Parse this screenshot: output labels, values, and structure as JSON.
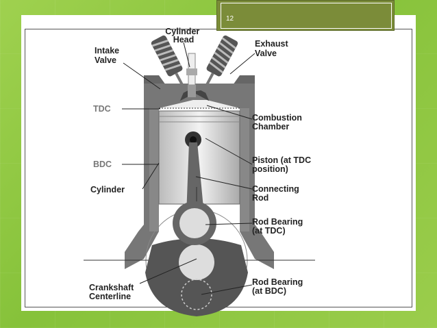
{
  "slide": {
    "number": "12"
  },
  "labels": {
    "cylinder_head": [
      "Cylinder",
      "Head"
    ],
    "intake_valve": [
      "Intake",
      "Valve"
    ],
    "exhaust_valve": [
      "Exhaust",
      "Valve"
    ],
    "tdc": "TDC",
    "combustion_chamber": [
      "Combustion",
      "Chamber"
    ],
    "bdc": "BDC",
    "piston": [
      "Piston (at TDC",
      "position)"
    ],
    "cylinder": "Cylinder",
    "connecting_rod": [
      "Connecting",
      "Rod"
    ],
    "rod_bearing_tdc": [
      "Rod Bearing",
      "(at TDC)"
    ],
    "crankshaft_centerline": [
      "Crankshaft",
      "Centerline"
    ],
    "rod_bearing_bdc": [
      "Rod Bearing",
      "(at BDC)"
    ]
  },
  "colors": {
    "background": "#8dc63f",
    "accent_box": "#7b8c39",
    "metal_dark": "#555555",
    "metal_light": "#dddddd"
  }
}
